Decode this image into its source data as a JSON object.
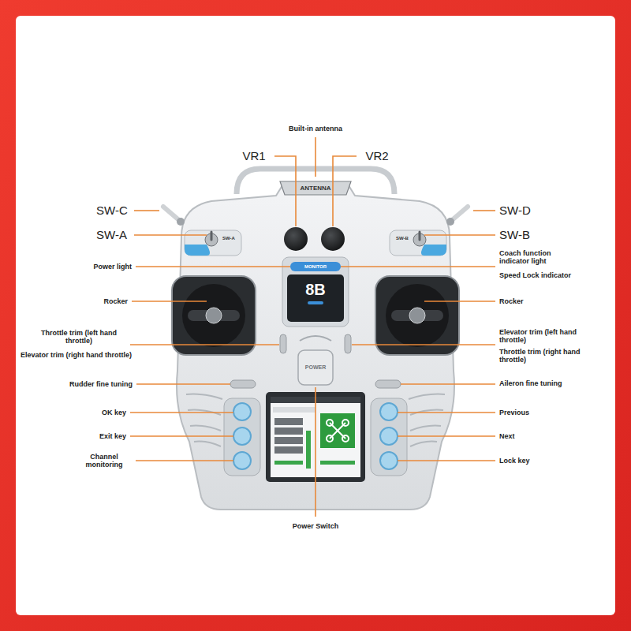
{
  "diagram": {
    "labels": [
      "Built-in antenna",
      "VR1",
      "VR2",
      "SW-C",
      "SW-D",
      "SW-A",
      "SW-B",
      "Power light",
      "Coach function indicator light",
      "Speed Lock indicator",
      "Rocker",
      "Rocker",
      "Throttle trim (left hand throttle)",
      "Elevator trim (right hand throttle)",
      "Elevator trim (left hand throttle)",
      "Throttle trim (right hand throttle)",
      "Rudder fine tuning",
      "Aileron fine tuning",
      "OK key",
      "Exit key",
      "Channel monitoring",
      "Previous",
      "Next",
      "Lock key",
      "Power Switch",
      "ANTENNA",
      "SW-A",
      "SW-B",
      "MONITOR",
      "8B",
      "POWER"
    ]
  }
}
